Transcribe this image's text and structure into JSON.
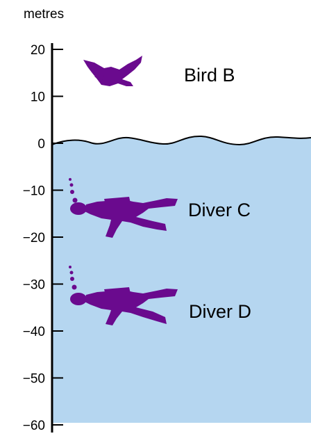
{
  "axis": {
    "unit": "metres",
    "ticks": [
      {
        "value": 20,
        "label": "20"
      },
      {
        "value": 10,
        "label": "10"
      },
      {
        "value": 0,
        "label": "0"
      },
      {
        "value": -10,
        "label": "−10"
      },
      {
        "value": -20,
        "label": "−20"
      },
      {
        "value": -30,
        "label": "−30"
      },
      {
        "value": -40,
        "label": "−40"
      },
      {
        "value": -50,
        "label": "−50"
      },
      {
        "value": -60,
        "label": "−60"
      }
    ],
    "range": [
      -60,
      20
    ]
  },
  "objects": {
    "bird": {
      "label": "Bird B",
      "icon": "bird-icon"
    },
    "diver_c": {
      "label": "Diver C",
      "icon": "diver-icon"
    },
    "diver_d": {
      "label": "Diver D",
      "icon": "diver-icon"
    }
  },
  "colors": {
    "water": "#b5d6f0",
    "silhouette": "#6a0a8e",
    "axis": "#000000"
  }
}
